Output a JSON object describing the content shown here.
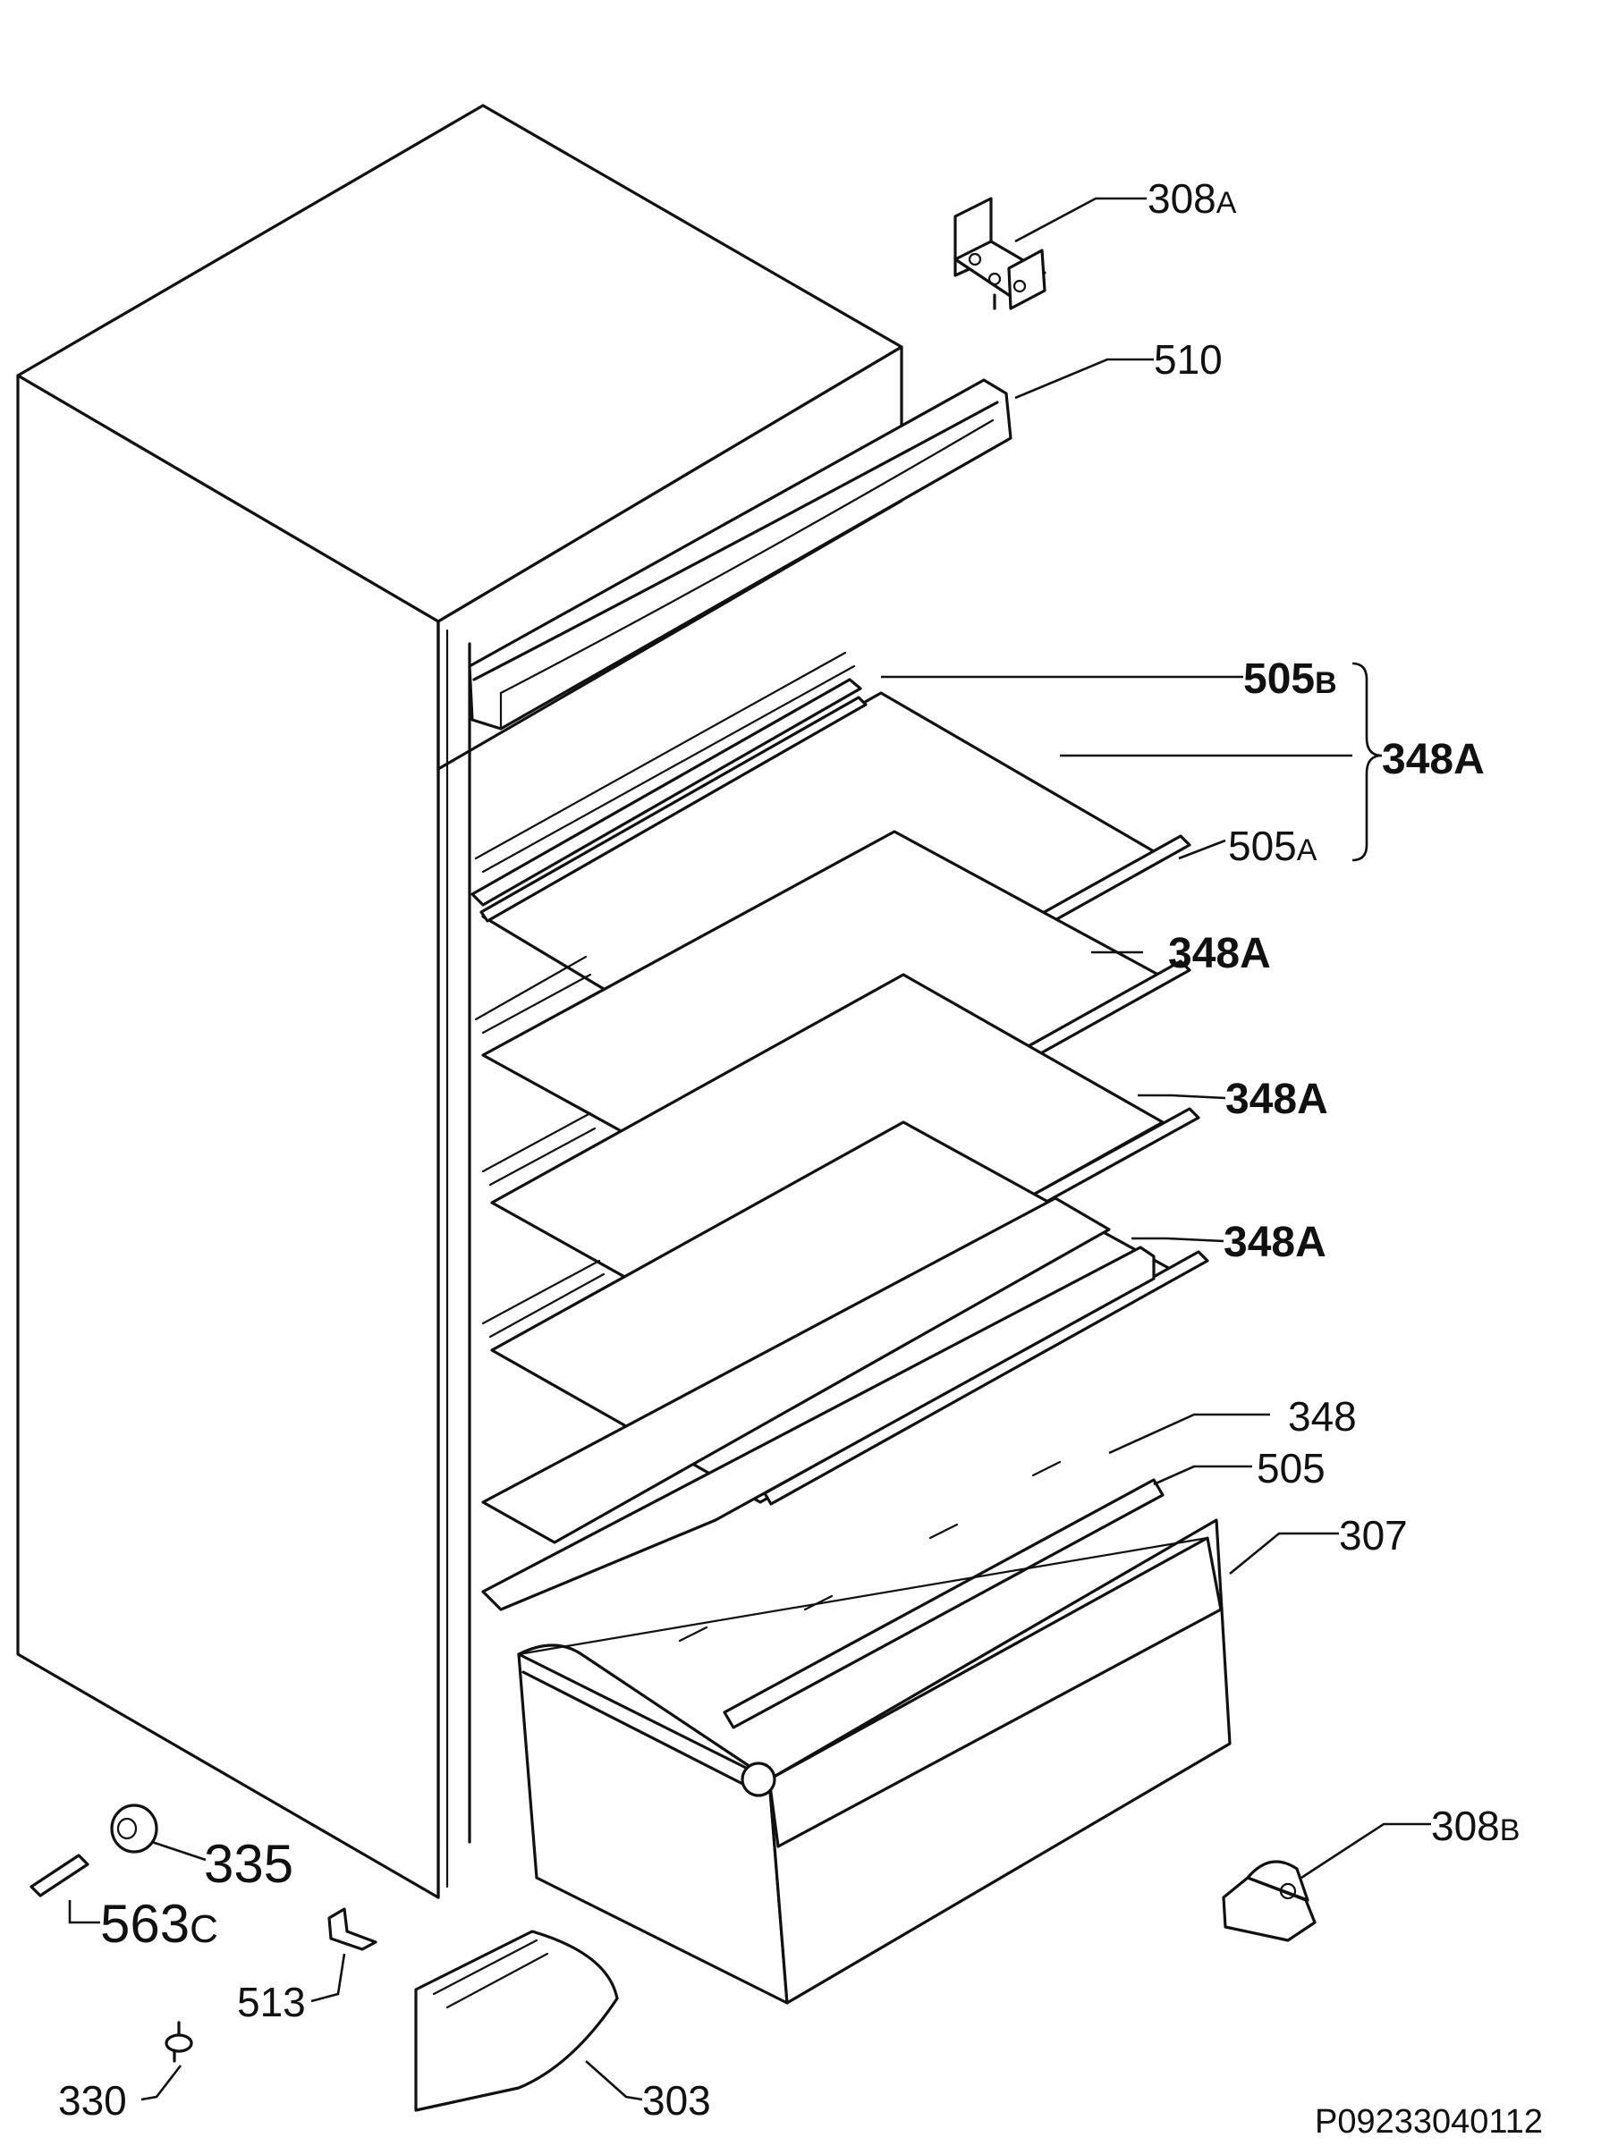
{
  "labels": {
    "l308a": {
      "num": "308",
      "suffix": "A"
    },
    "l510": {
      "num": "510"
    },
    "l505b": {
      "num": "505",
      "suffix": "B"
    },
    "l348a_group": {
      "num": "348A"
    },
    "l505a": {
      "num": "505",
      "suffix": "A"
    },
    "l348a_1": {
      "num": "348A"
    },
    "l348a_2": {
      "num": "348A"
    },
    "l348a_3": {
      "num": "348A"
    },
    "l348": {
      "num": "348"
    },
    "l505": {
      "num": "505"
    },
    "l307": {
      "num": "307"
    },
    "l308b": {
      "num": "308",
      "suffix": "B"
    },
    "l335": {
      "num": "335"
    },
    "l563c": {
      "num": "563",
      "suffix": "C"
    },
    "l513": {
      "num": "513"
    },
    "l330": {
      "num": "330"
    },
    "l303": {
      "num": "303"
    }
  },
  "reference_code": "P09233040112"
}
